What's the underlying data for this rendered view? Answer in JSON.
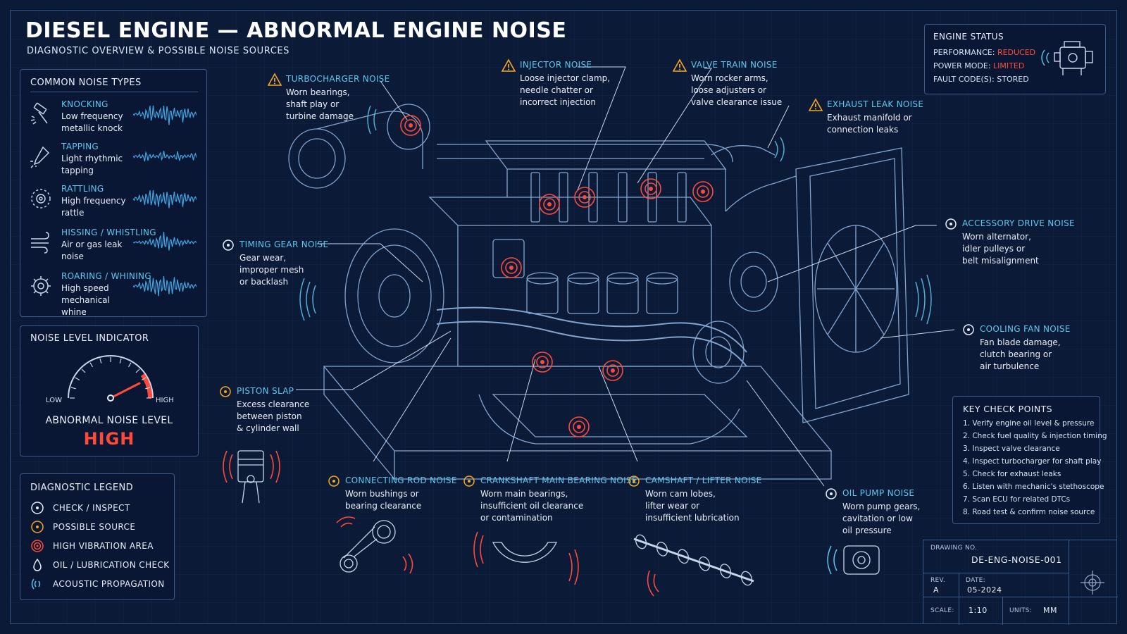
{
  "header": {
    "title": "DIESEL ENGINE — ABNORMAL ENGINE NOISE",
    "subtitle": "DIAGNOSTIC OVERVIEW & POSSIBLE NOISE SOURCES"
  },
  "engine_status": {
    "title": "ENGINE STATUS",
    "performance_label": "PERFORMANCE:",
    "performance_value": "REDUCED",
    "power_label": "POWER MODE:",
    "power_value": "LIMITED",
    "fault_label": "FAULT CODE(S):",
    "fault_value": "STORED"
  },
  "noise_types": {
    "title": "COMMON NOISE TYPES",
    "items": [
      {
        "name": "KNOCKING",
        "desc": "Low frequency metallic knock",
        "icon": "hammer-icon"
      },
      {
        "name": "TAPPING",
        "desc": "Light rhythmic tapping",
        "icon": "tapper-icon"
      },
      {
        "name": "RATTLING",
        "desc": "High frequency rattle",
        "icon": "rattle-icon"
      },
      {
        "name": "HISSING / WHISTLING",
        "desc": "Air or gas leak noise",
        "icon": "wind-icon"
      },
      {
        "name": "ROARING / WHINING",
        "desc": "High speed mechanical whine",
        "icon": "gear-icon"
      }
    ]
  },
  "noise_level": {
    "title": "NOISE LEVEL INDICATOR",
    "low": "LOW",
    "high": "HIGH",
    "caption": "ABNORMAL NOISE LEVEL",
    "value": "HIGH",
    "gauge_fraction": 0.85
  },
  "legend": {
    "title": "DIAGNOSTIC LEGEND",
    "items": [
      {
        "label": "CHECK / INSPECT",
        "icon": "check-inspect-icon"
      },
      {
        "label": "POSSIBLE SOURCE",
        "icon": "possible-source-icon"
      },
      {
        "label": "HIGH VIBRATION AREA",
        "icon": "vibration-icon"
      },
      {
        "label": "OIL / LUBRICATION CHECK",
        "icon": "oil-drop-icon"
      },
      {
        "label": "ACOUSTIC PROPAGATION",
        "icon": "acoustic-icon"
      }
    ]
  },
  "callouts": {
    "turbo": {
      "title": "TURBOCHARGER NOISE",
      "desc": "Worn bearings,\nshaft play or\nturbine damage"
    },
    "injector": {
      "title": "INJECTOR NOISE",
      "desc": "Loose injector clamp,\nneedle chatter or\nincorrect injection"
    },
    "valve": {
      "title": "VALVE TRAIN NOISE",
      "desc": "Worn rocker arms,\nloose adjusters or\nvalve clearance issue"
    },
    "exhaust": {
      "title": "EXHAUST LEAK NOISE",
      "desc": "Exhaust manifold or\nconnection leaks"
    },
    "timing": {
      "title": "TIMING GEAR NOISE",
      "desc": "Gear wear,\nimproper mesh\nor backlash"
    },
    "accessory": {
      "title": "ACCESSORY DRIVE NOISE",
      "desc": "Worn alternator,\nidler pulleys or\nbelt misalignment"
    },
    "fan": {
      "title": "COOLING FAN NOISE",
      "desc": "Fan blade damage,\nclutch bearing or\nair turbulence"
    },
    "piston": {
      "title": "PISTON SLAP",
      "desc": "Excess clearance\nbetween piston\n& cylinder wall"
    },
    "conrod": {
      "title": "CONNECTING ROD NOISE",
      "desc": "Worn bushings or\nbearing clearance"
    },
    "crank": {
      "title": "CRANKSHAFT MAIN BEARING NOISE",
      "desc": "Worn main bearings,\ninsufficient oil clearance\nor contamination"
    },
    "cam": {
      "title": "CAMSHAFT / LIFTER NOISE",
      "desc": "Worn cam lobes,\nlifter wear or\ninsufficient lubrication"
    },
    "oilpump": {
      "title": "OIL PUMP NOISE",
      "desc": "Worn pump gears,\ncavitation or low\noil pressure"
    }
  },
  "key_checks": {
    "title": "KEY CHECK POINTS",
    "items": [
      "1.  Verify engine oil level & pressure",
      "2.  Check fuel quality & injection timing",
      "3.  Inspect valve clearance",
      "4.  Inspect turbocharger for shaft play",
      "5.  Check for exhaust leaks",
      "6.  Listen with mechanic's stethoscope",
      "7.  Scan ECU for related DTCs",
      "8.  Road test & confirm noise source"
    ]
  },
  "title_block": {
    "drawing_label": "DRAWING NO.",
    "drawing_value": "DE-ENG-NOISE-001",
    "rev_label": "REV.",
    "rev_value": "A",
    "date_label": "DATE:",
    "date_value": "05-2024",
    "scale_label": "SCALE:",
    "scale_value": "1:10",
    "units_label": "UNITS:",
    "units_value": "MM"
  },
  "colors": {
    "background": "#0b1a36",
    "accent_cyan": "#5ec8ef",
    "accent_orange": "#f5a623",
    "accent_red": "#ff4a3a",
    "line": "#8fb4e0"
  }
}
